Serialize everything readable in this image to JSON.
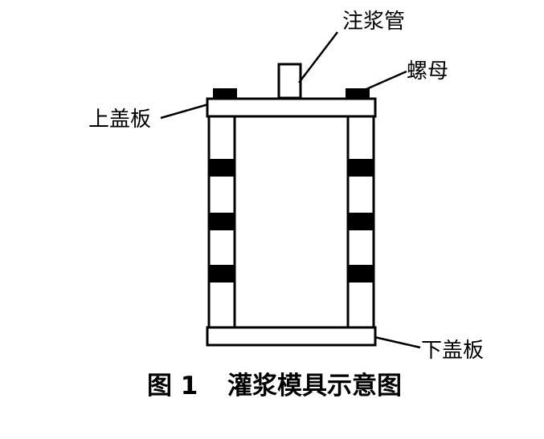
{
  "labels": {
    "grout_pipe": "注浆管",
    "nut": "螺母",
    "upper_cover": "上盖板",
    "lower_cover": "下盖板"
  },
  "caption": {
    "figure_number": "图 1",
    "title": "灌浆模具示意图"
  },
  "colors": {
    "stroke": "#000000",
    "fill_dark": "#000000",
    "background": "#ffffff"
  }
}
